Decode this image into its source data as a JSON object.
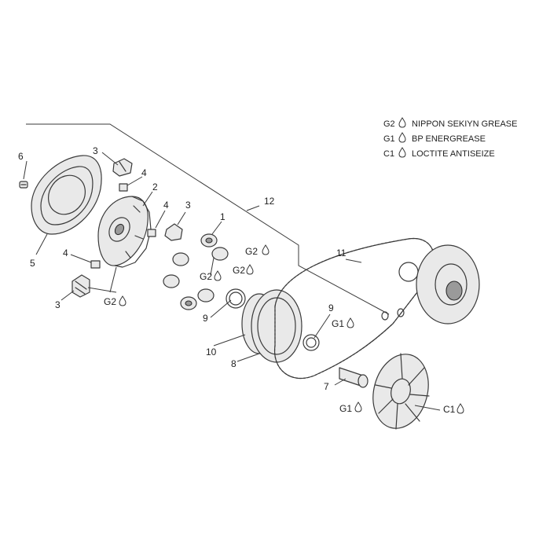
{
  "legend": [
    {
      "code": "G2",
      "text": "NIPPON SEKIYN GREASE"
    },
    {
      "code": "G1",
      "text": "BP ENERGREASE"
    },
    {
      "code": "C1",
      "text": "LOCTITE ANTISEIZE"
    }
  ],
  "callouts": {
    "c1": "1",
    "c2": "2",
    "c3a": "3",
    "c3b": "3",
    "c3c": "3",
    "c4a": "4",
    "c4b": "4",
    "c4c": "4",
    "c5": "5",
    "c6": "6",
    "c7": "7",
    "c8": "8",
    "c9a": "9",
    "c9b": "9",
    "c10": "10",
    "c11": "11",
    "c12": "12"
  },
  "lubes": {
    "g2a": "G2",
    "g2b": "G2",
    "g2c": "G2",
    "g2d": "G2",
    "g1a": "G1",
    "g1b": "G1",
    "c1": "C1"
  },
  "colors": {
    "line": "#3a3a3a",
    "fill": "#e9e9e9",
    "text": "#222222"
  }
}
